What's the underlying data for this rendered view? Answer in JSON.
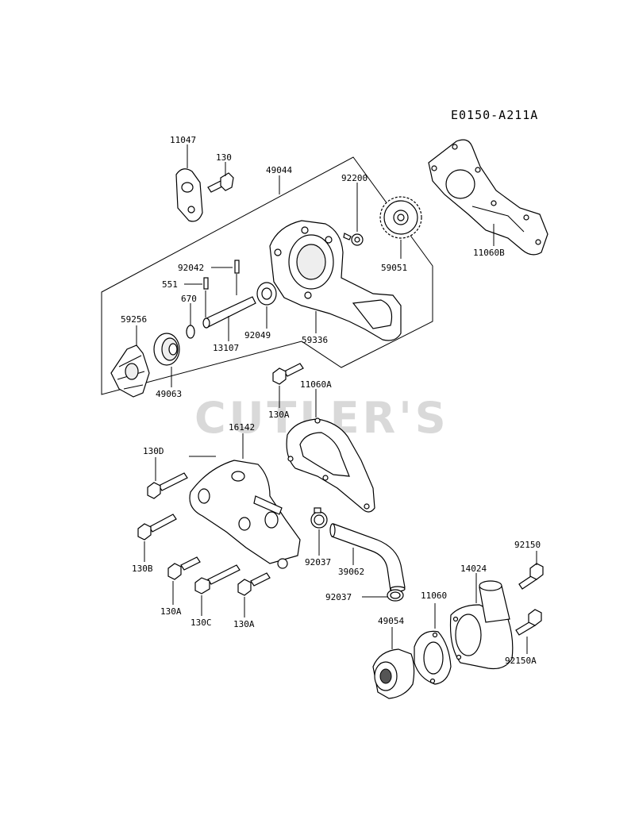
{
  "diagram_code": "E0150-A211A",
  "watermark": "CUTLER'S",
  "labels": {
    "p11047": "11047",
    "p130_top": "130",
    "p49044": "49044",
    "p92200": "92200",
    "p92042": "92042",
    "p551": "551",
    "p670": "670",
    "p59256": "59256",
    "p13107": "13107",
    "p92049": "92049",
    "p59336": "59336",
    "p59051": "59051",
    "p11060B": "11060B",
    "p49063": "49063",
    "p130A_mid": "130A",
    "p11060A": "11060A",
    "p16142": "16142",
    "p130D": "130D",
    "p130B": "130B",
    "p130A_l": "130A",
    "p130C": "130C",
    "p130A_r": "130A",
    "p92037_a": "92037",
    "p39062": "39062",
    "p92037_b": "92037",
    "p11060": "11060",
    "p14024": "14024",
    "p92150": "92150",
    "p49054": "49054",
    "p92150A": "92150A"
  }
}
